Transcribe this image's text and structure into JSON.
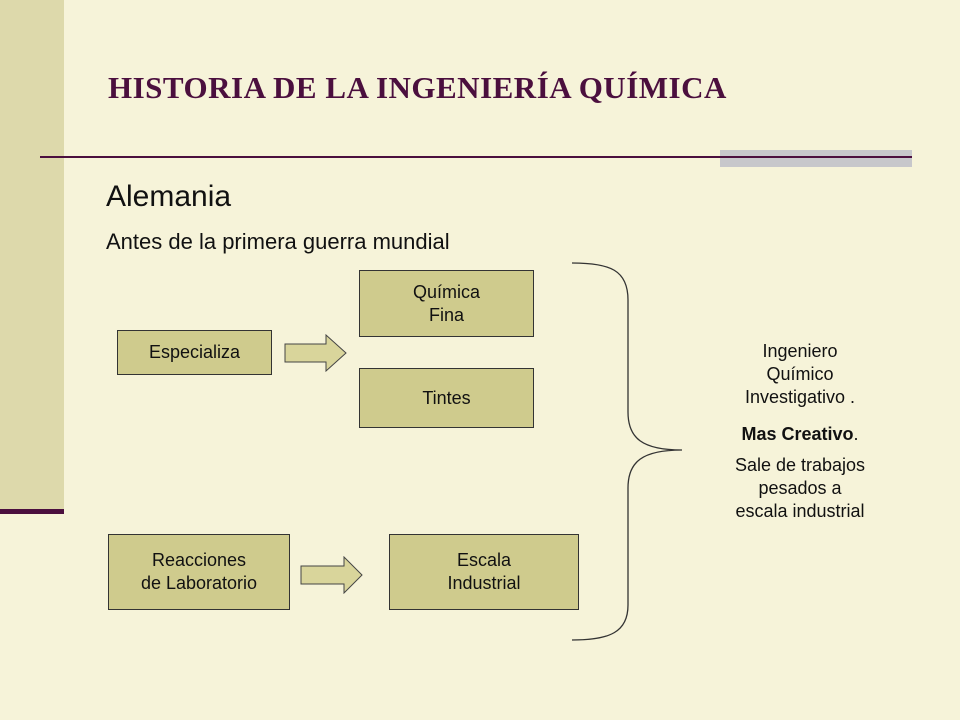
{
  "title": "HISTORIA DE LA INGENIERÍA QUÍMICA",
  "heading": "Alemania",
  "subheading": "Antes de la primera guerra mundial",
  "boxes": {
    "especializa": "Especializa",
    "quimica_fina": "Química\nFina",
    "tintes": "Tintes",
    "reacciones": "Reacciones\nde Laboratorio",
    "escala": "Escala\nIndustrial"
  },
  "result": {
    "line1": "Ingeniero\nQuímico\nInvestigativo .",
    "bold": "Mas Creativo",
    "bold_suffix": ".",
    "line3": "Sale de trabajos\npesados a\nescala industrial"
  },
  "colors": {
    "background": "#f6f3d9",
    "sidebar": "#ddd9ab",
    "accent": "#4b0f3e",
    "box_fill": "#cfcb8d",
    "arrow_fill": "#d9d59b"
  }
}
